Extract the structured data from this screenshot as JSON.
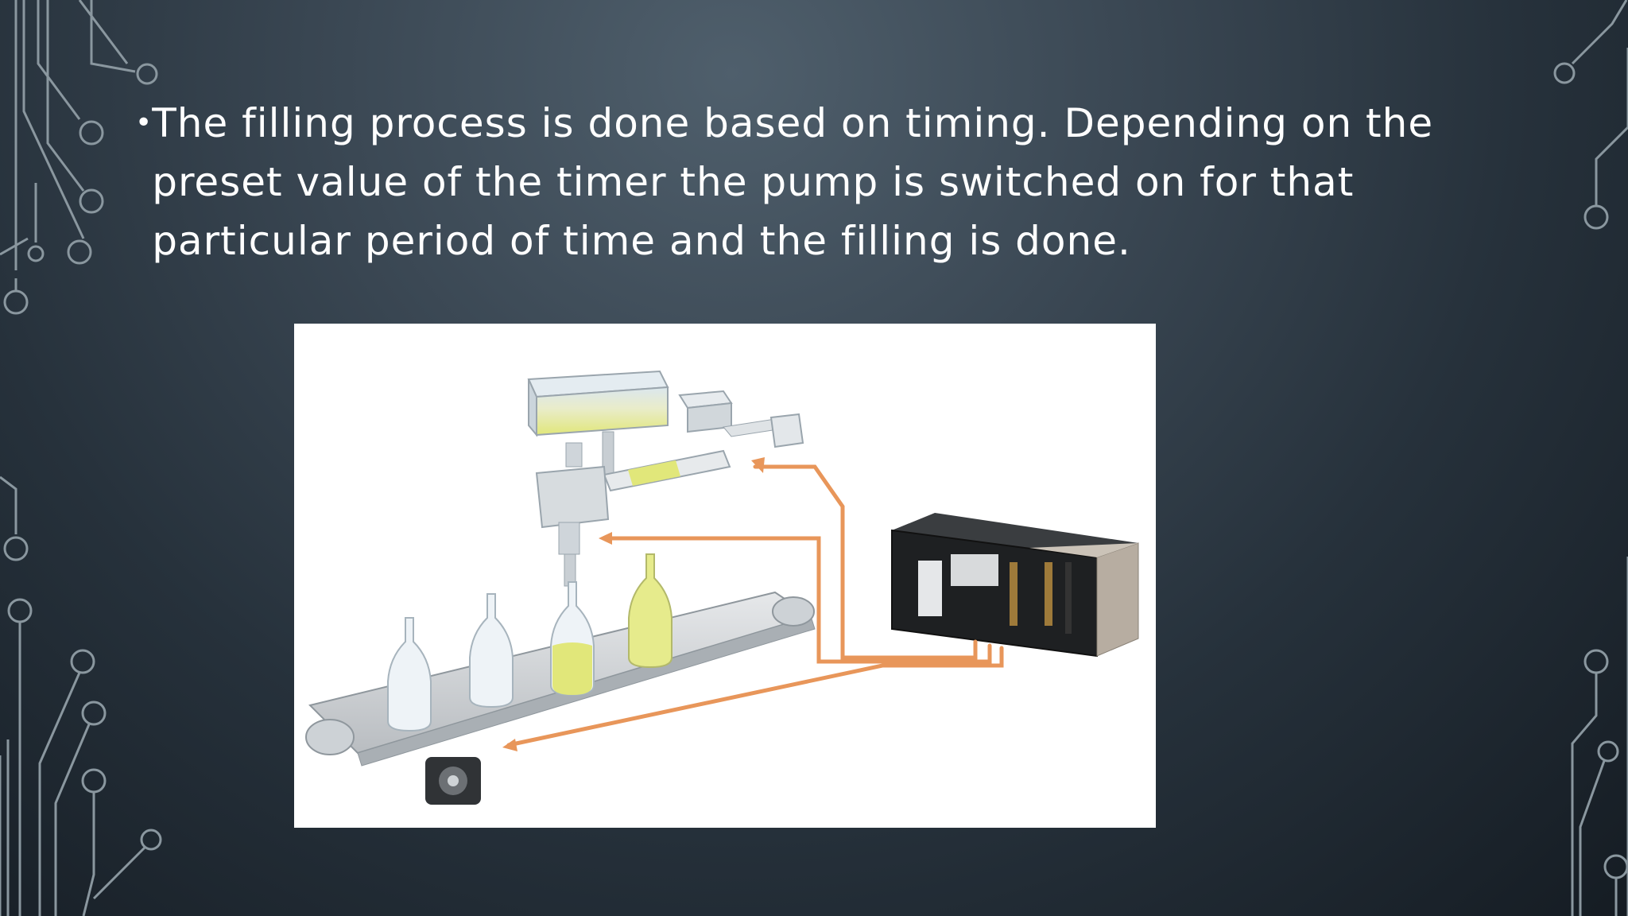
{
  "slide": {
    "bullet_text": "The filling process is done based on timing. Depending on the preset value of the timer the pump is switched on for that particular period of time and the filling is done."
  },
  "colors": {
    "background": "#2f3b46",
    "text": "#ffffff",
    "circuit_lines": "#8a979f",
    "signal_arrows": "#e8965a",
    "liquid": "#e3ea7a"
  },
  "icons": [
    "circuit-decoration-left",
    "circuit-decoration-right",
    "bullet-dot"
  ]
}
